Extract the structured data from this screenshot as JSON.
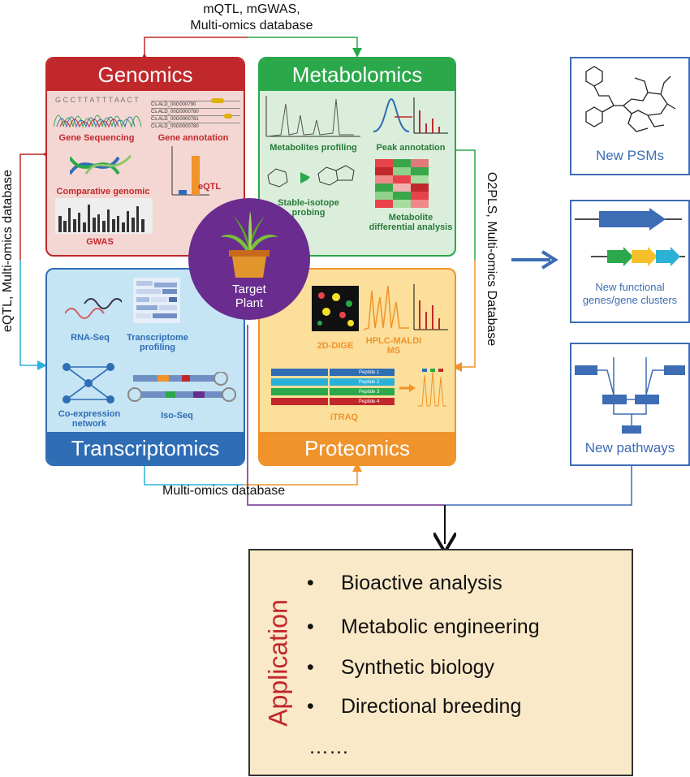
{
  "top_label": [
    "mQTL, mGWAS,",
    "Multi-omics database"
  ],
  "left_label": "eQTL, Multi-omics database",
  "right_label": "O2PLS, Multi-omics Database",
  "bottom_label": "Multi-omics database",
  "center": {
    "line1": "Target",
    "line2": "Plant"
  },
  "genomics": {
    "title": "Genomics",
    "seq_text": "G C C T T A T T T A A C T",
    "annot_lines": [
      "Cs.ALD_00G000790",
      "Cs.ALD_00G0000780",
      "Cs.ALD_00G0000781",
      "Cs.ALD_00G0000780"
    ],
    "items": [
      "Gene Sequencing",
      "Gene annotation",
      "Comparative genomic",
      "eQTL",
      "GWAS"
    ]
  },
  "metabolomics": {
    "title": "Metabolomics",
    "items": [
      "Metabolites profiling",
      "Peak annotation",
      "Stable-isotope probing",
      "Metabolite differential analysis"
    ]
  },
  "transcriptomics": {
    "title": "Transcriptomics",
    "items": [
      "RNA-Seq",
      "Transcriptome profiling",
      "Co-expression network",
      "Iso-Seq"
    ]
  },
  "proteomics": {
    "title": "Proteomics",
    "items": [
      "2D-DIGE",
      "HPLC-MALDI MS",
      "iTRAQ"
    ],
    "peptides": [
      "Peptide 1",
      "Peptide 2",
      "Peptide 3",
      "Peptide 4"
    ]
  },
  "results": [
    {
      "label": "New PSMs"
    },
    {
      "label": "New functional genes/gene clusters"
    },
    {
      "label": "New pathways"
    }
  ],
  "application": {
    "title": "Application",
    "items": [
      "Bioactive analysis",
      "Metabolic engineering",
      "Synthetic biology",
      "Directional breeding",
      "……"
    ]
  },
  "colors": {
    "genomics": "#c0282b",
    "metabolomics": "#2aa84a",
    "transcriptomics": "#2f6db5",
    "proteomics": "#f0932b",
    "center": "#6a2c8f",
    "results": "#3d6db5",
    "application_bg": "#fae9c8"
  }
}
